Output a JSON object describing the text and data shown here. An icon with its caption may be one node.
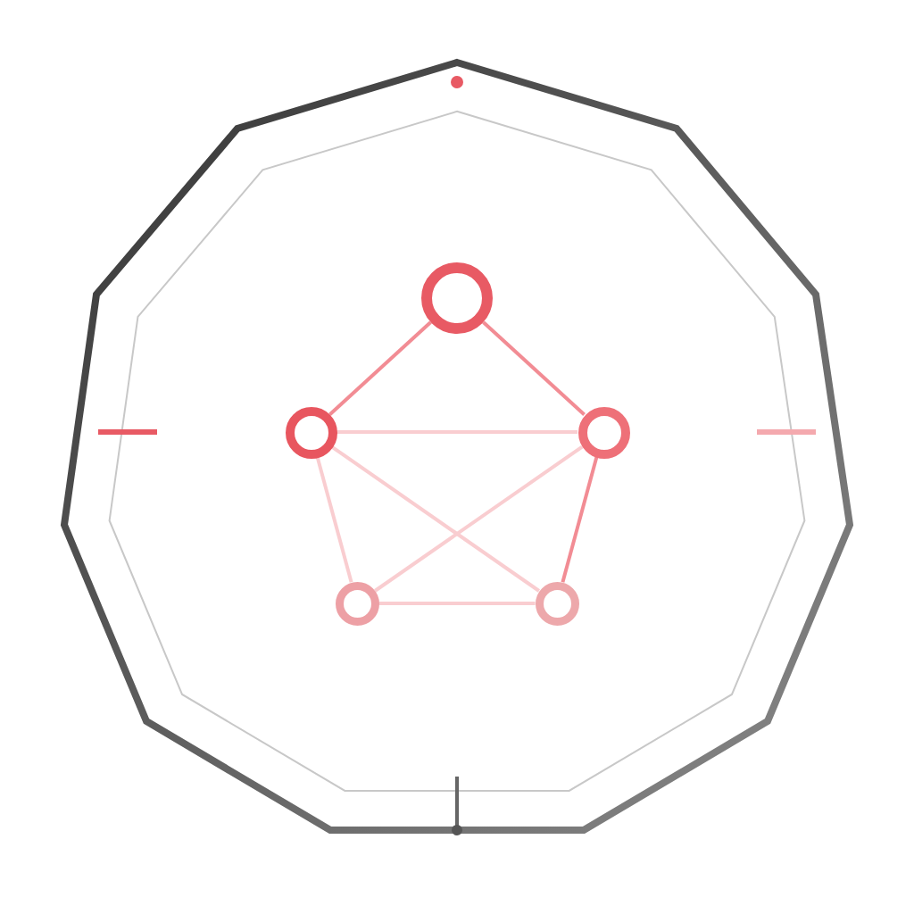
{
  "diagram": {
    "nodes": [
      {
        "text": [],
        "shape": "circle"
      },
      {
        "text": [],
        "shape": "circle"
      },
      {
        "text": [],
        "shape": "circle"
      },
      {
        "text": [],
        "shape": "circle"
      },
      {
        "text": [],
        "shape": "circle"
      }
    ],
    "edges": [
      {
        "from": 0,
        "to": 1,
        "arrow": "none"
      },
      {
        "from": 0,
        "to": 2,
        "arrow": "none"
      },
      {
        "from": 1,
        "to": 2,
        "arrow": "none",
        "color": "#f9cdd0"
      },
      {
        "from": 1,
        "to": 3,
        "arrow": "none",
        "color": "#f9cdd0"
      },
      {
        "from": 2,
        "to": 4,
        "arrow": "none"
      },
      {
        "from": 3,
        "to": 4,
        "arrow": "none",
        "color": "#f9cdd0"
      },
      {
        "from": 1,
        "to": 4,
        "arrow": "none",
        "color": "#f9cdd0"
      },
      {
        "from": 2,
        "to": 3,
        "arrow": "none",
        "color": "#f9cdd0"
      }
    ]
  }
}
